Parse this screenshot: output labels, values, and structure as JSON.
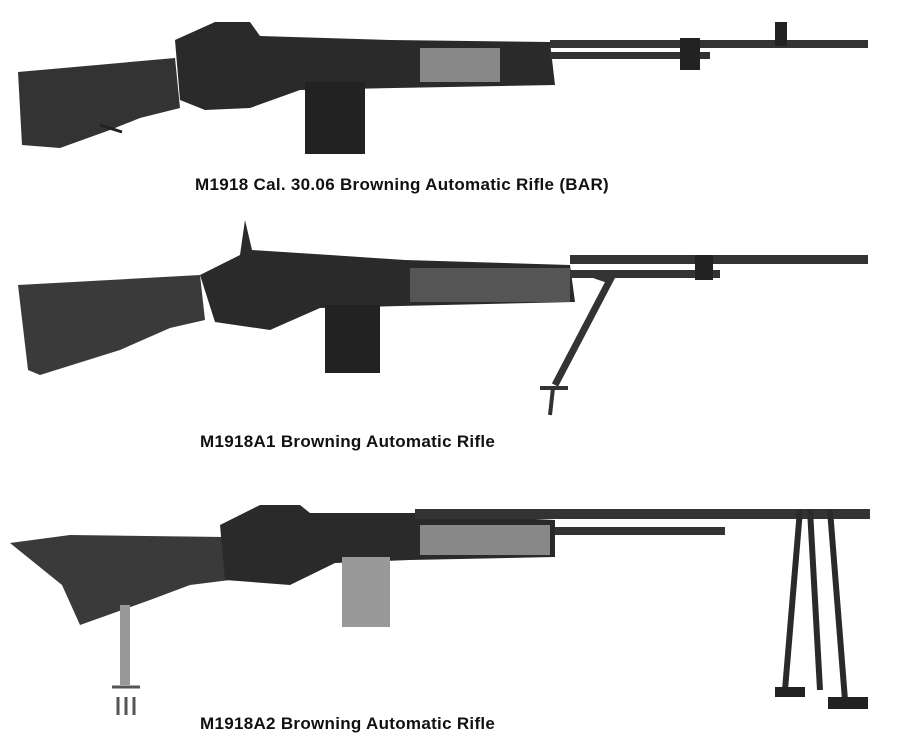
{
  "captions": [
    "M1918  Cal. 30.06 Browning Automatic Rifle (BAR)",
    "M1918A1 Browning Automatic Rifle",
    "M1918A2 Browning Automatic Rifle"
  ],
  "colors": {
    "metal": "#2a2a2a",
    "wood": "#3a3a3a",
    "background": "#ffffff"
  }
}
